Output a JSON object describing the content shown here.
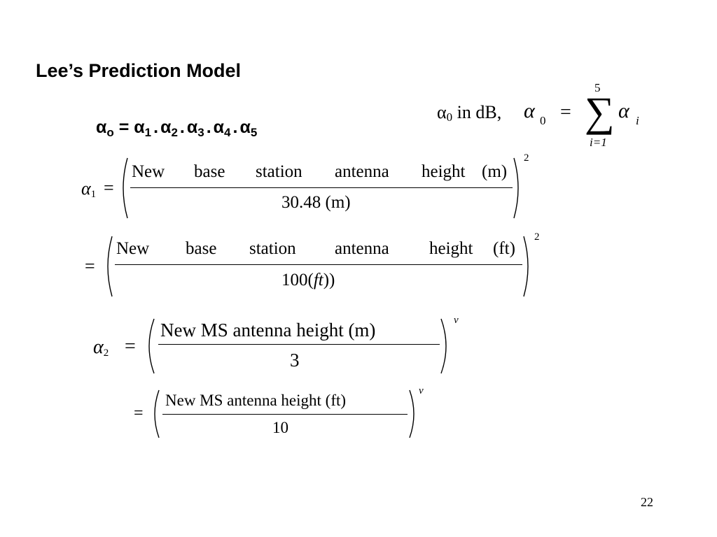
{
  "slide": {
    "title": "Lee’s Prediction Model",
    "page_number": "22"
  },
  "product_formula": {
    "alpha": "α",
    "lhs_sub": "o",
    "equals": "=",
    "subs": [
      "1",
      "2",
      "3",
      "4",
      "5"
    ],
    "dot": "."
  },
  "sum_formula": {
    "alpha": "α",
    "sub0": "0",
    "text": "in dB,",
    "equals": "=",
    "sigma": "∑",
    "upper": "5",
    "lower": "i=1",
    "index": "i"
  },
  "alpha1_eq": {
    "lhs_sub": "1",
    "equals": "=",
    "num_words": [
      "New",
      "base",
      "station",
      "antenna",
      "height",
      "(m)"
    ],
    "denominator": "30.48 (m)",
    "exponent": "2"
  },
  "alpha1_ft_eq": {
    "equals": "=",
    "num_words": [
      "New",
      "base",
      "station",
      "antenna",
      "height",
      "(ft)"
    ],
    "denominator_pre": "100(",
    "denominator_var": "ft",
    "denominator_post": "))",
    "exponent": "2"
  },
  "alpha2_eq": {
    "lhs_sub": "2",
    "equals": "=",
    "numerator": "New MS antenna height  (m)",
    "denominator": "3",
    "exponent": "v"
  },
  "alpha2_ft_eq": {
    "equals": "=",
    "numerator": "New MS antenna height  (ft)",
    "denominator": "10",
    "exponent": "v"
  }
}
